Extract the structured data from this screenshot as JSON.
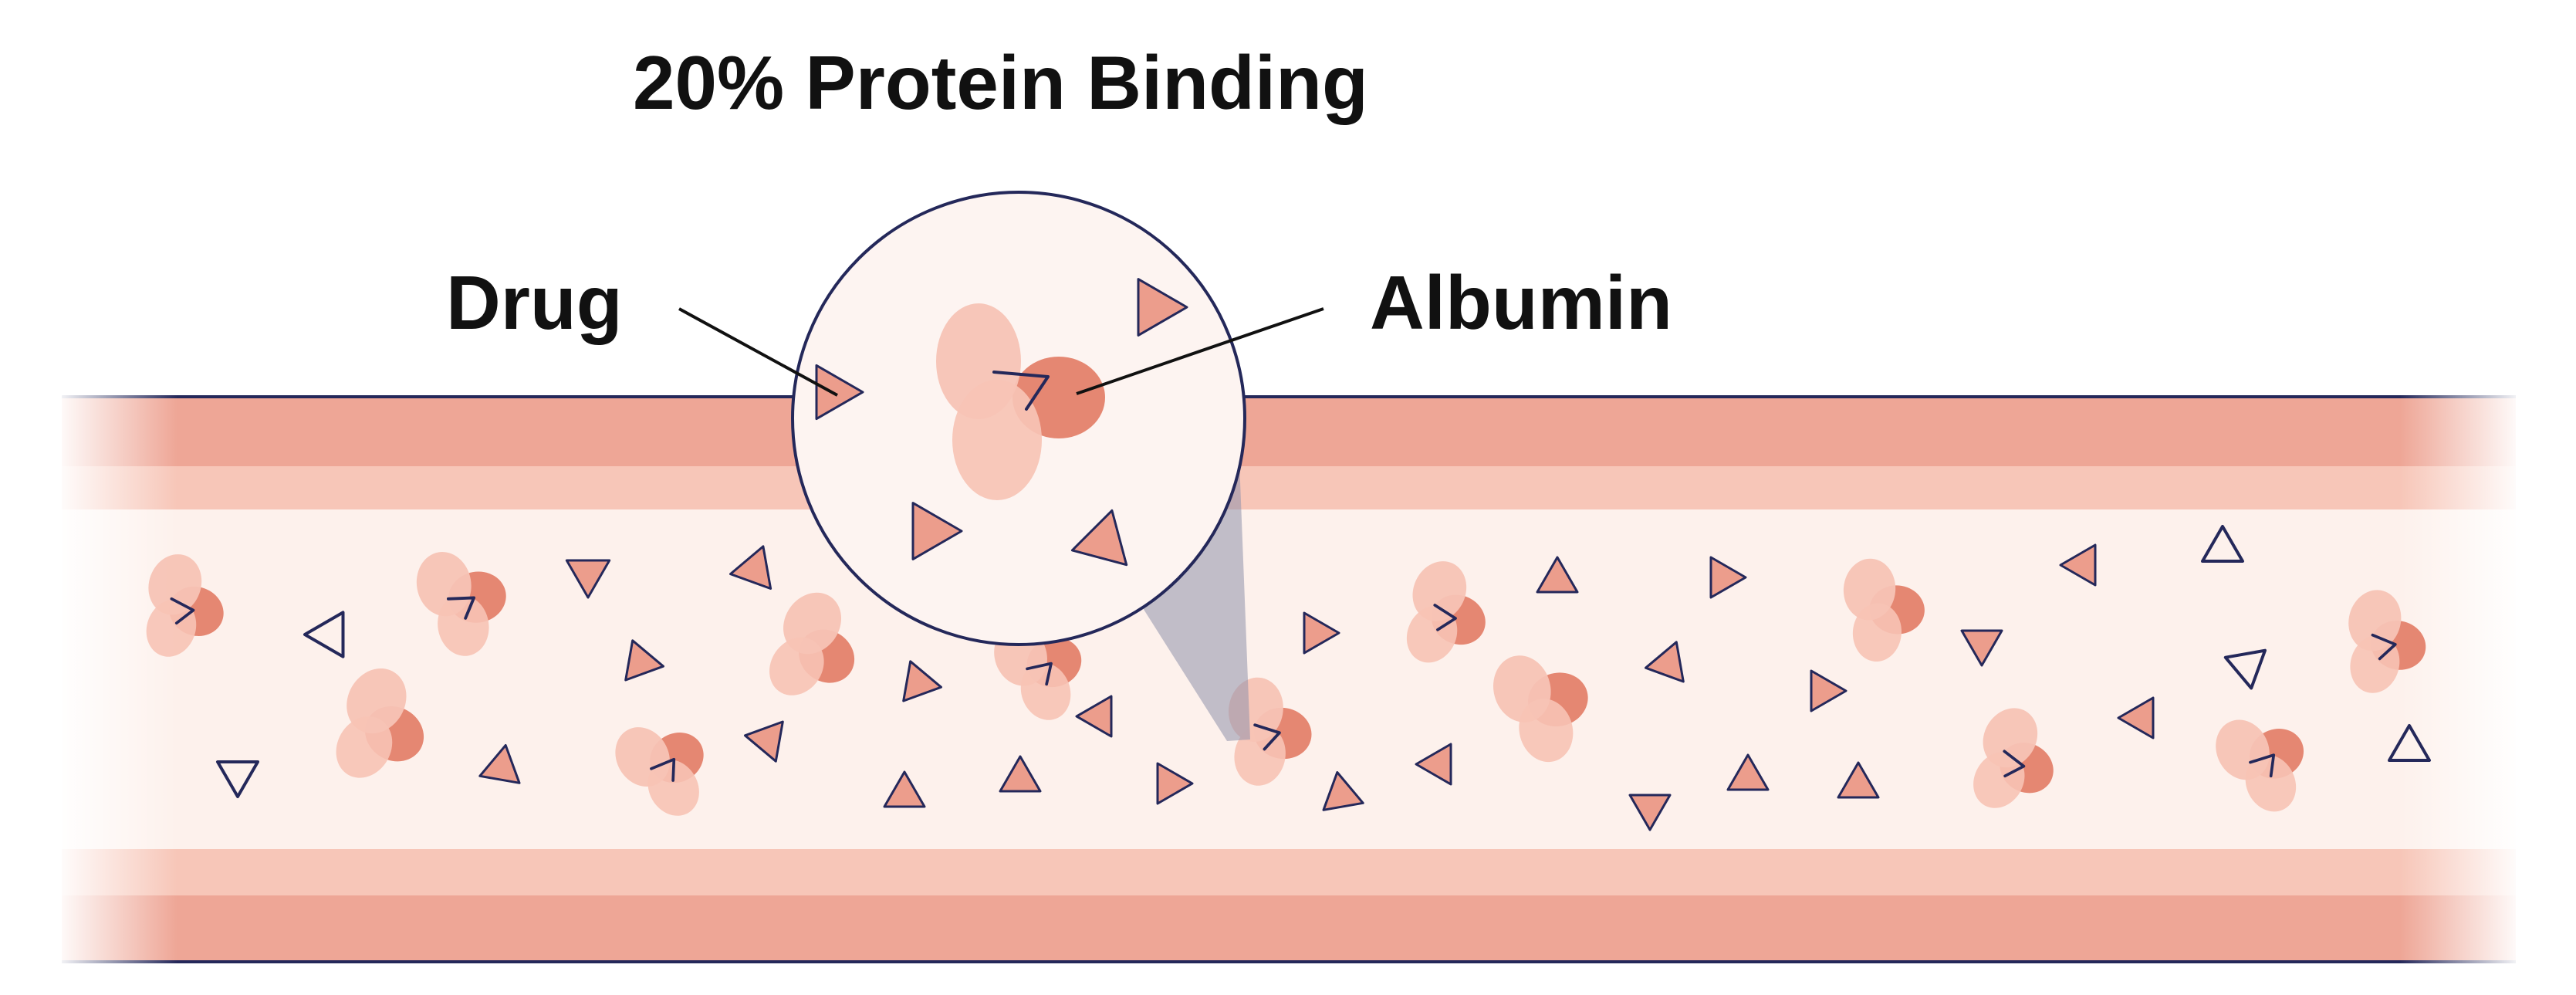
{
  "title": "20% Protein Binding",
  "labels": {
    "drug": "Drug",
    "albumin": "Albumin"
  },
  "legend_items": [
    {
      "name": "drug",
      "shape": "triangle"
    },
    {
      "name": "albumin",
      "shape": "cluster-of-ovals"
    }
  ],
  "colors": {
    "vessel_wall": "#eea696",
    "vessel_wall_inner": "#f7c6b8",
    "plasma": "#fdf1ec",
    "outline": "#24285a",
    "drug_fill": "#ec9d8c",
    "albumin_light": "#f7c3b5",
    "albumin_mid": "#f2ab9a",
    "albumin_dark": "#e58772",
    "magnifier_fill": "#fdf4f1",
    "zoom_cone": "#8f92ac"
  },
  "counts": {
    "albumin_bound_drug": 1,
    "free_drug_in_magnifier": 4
  }
}
